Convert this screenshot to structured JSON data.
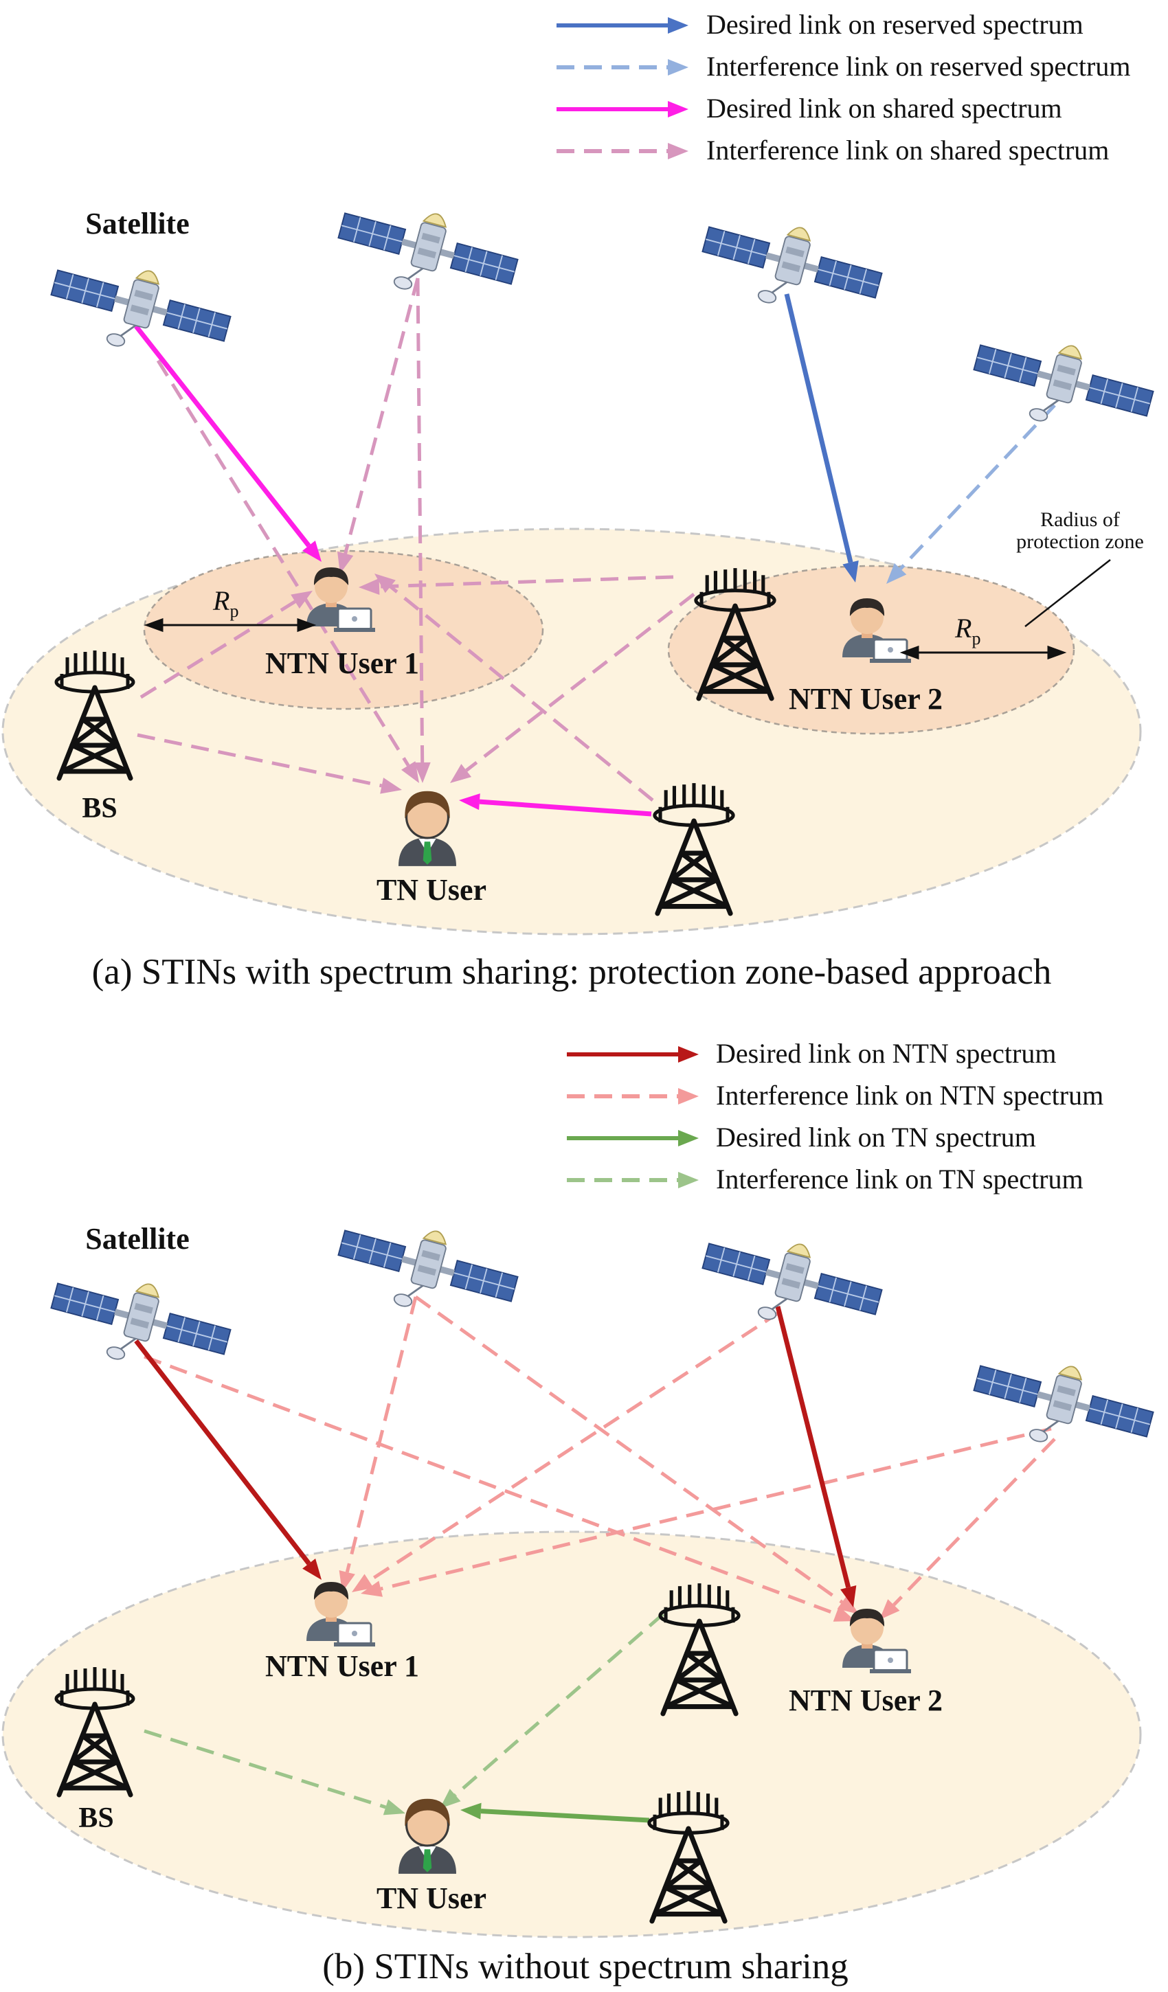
{
  "panel_a": {
    "legend": [
      {
        "label": "Desired link on reserved spectrum",
        "color": "#4a72c4",
        "style": "solid"
      },
      {
        "label": "Interference link on reserved spectrum",
        "color": "#93b0de",
        "style": "dashed"
      },
      {
        "label": "Desired link on shared spectrum",
        "color": "#ff1ee6",
        "style": "solid"
      },
      {
        "label": "Interference link on shared spectrum",
        "color": "#d796bd",
        "style": "dashed"
      }
    ],
    "satellite_label": "Satellite",
    "ntn_user_1": "NTN User 1",
    "ntn_user_2": "NTN User 2",
    "tn_user": "TN User",
    "bs_label": "BS",
    "radius_label_line1": "Radius of",
    "radius_label_line2": "protection zone",
    "rp_symbol": "R",
    "rp_subscript": "p",
    "caption": "(a) STINs with spectrum sharing: protection zone-based approach"
  },
  "panel_b": {
    "legend": [
      {
        "label": "Desired link on NTN spectrum",
        "color": "#b81818",
        "style": "solid"
      },
      {
        "label": "Interference link on NTN spectrum",
        "color": "#f39a9a",
        "style": "dashed"
      },
      {
        "label": "Desired link on TN spectrum",
        "color": "#6aa84f",
        "style": "solid"
      },
      {
        "label": "Interference link on TN spectrum",
        "color": "#9cc48a",
        "style": "dashed"
      }
    ],
    "satellite_label": "Satellite",
    "ntn_user_1": "NTN User 1",
    "ntn_user_2": "NTN User 2",
    "tn_user": "TN User",
    "bs_label": "BS",
    "caption": "(b) STINs without spectrum sharing"
  },
  "colors": {
    "coverage_fill": "#fdf3df",
    "zone_fill": "#f9dcc2",
    "boundary": "#c7c7c7"
  }
}
